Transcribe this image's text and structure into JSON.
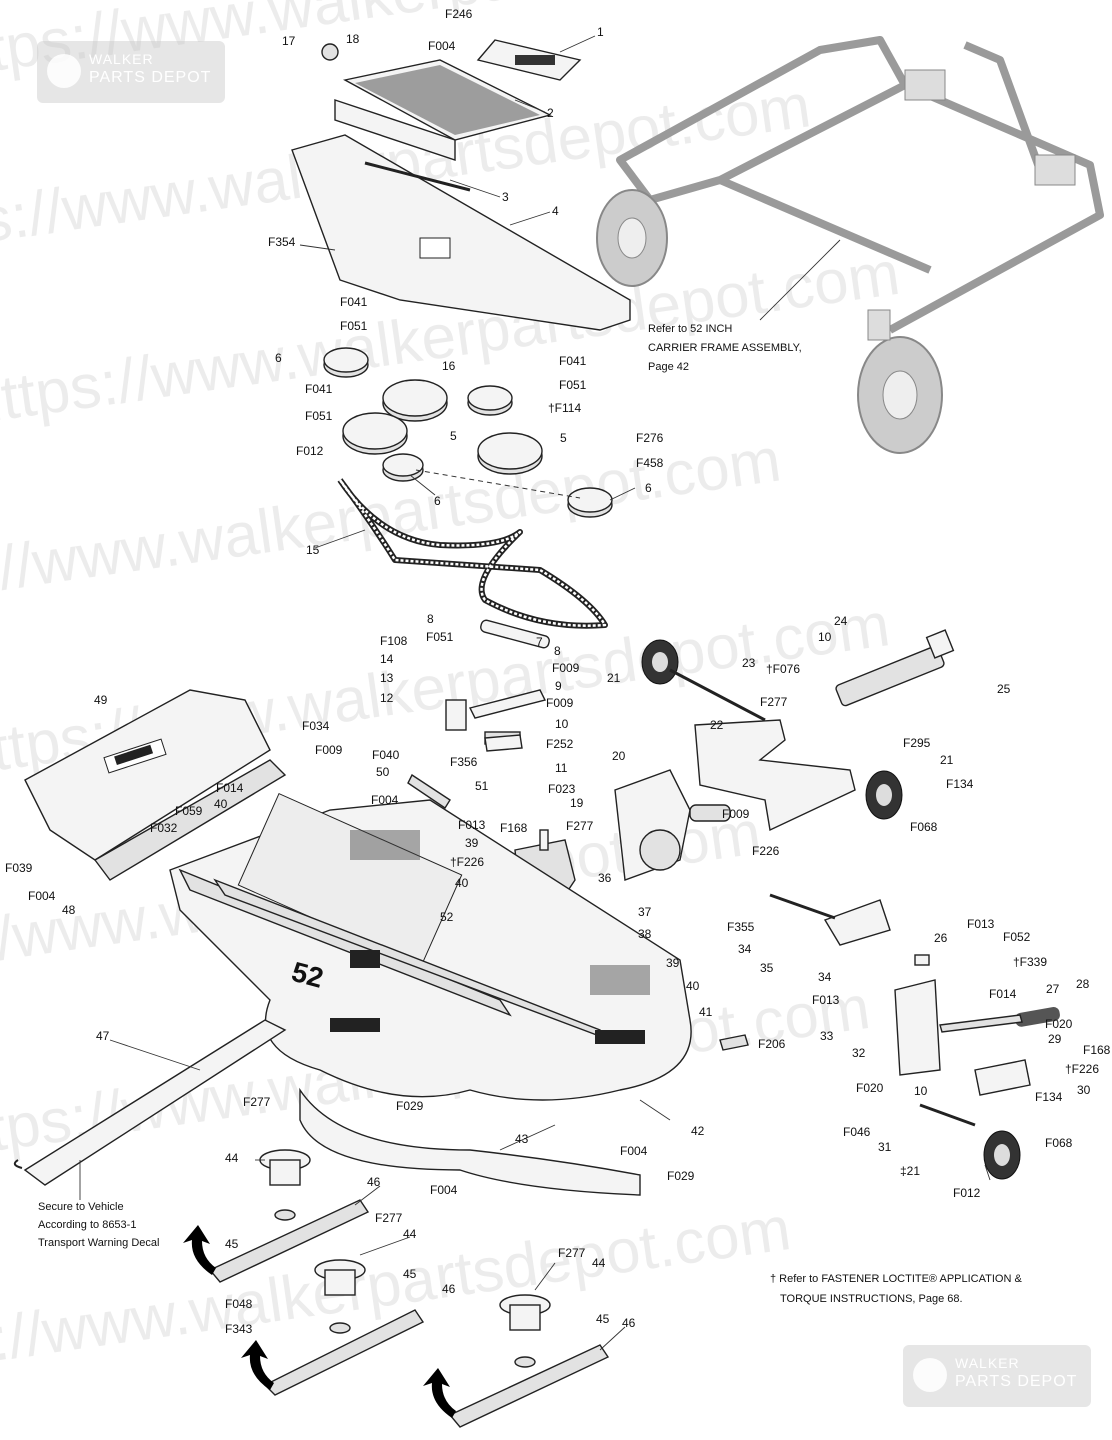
{
  "watermark": {
    "brand_line1": "WALKER",
    "brand_line2": "PARTS DEPOT",
    "url_fragments": [
      "https://www.walkerpartsdepot.com",
      "https://www.walkerpartsdepot.com",
      "https://www.walkerpartsdepot.com",
      "https://www.walkerpartsdepot.com",
      "https://www.walkerpartsdepot.com",
      "https://www.walkerpartsdepot.com",
      "https://www.walkerpartsdepot.com",
      "https://www.walkerpartsdepot.com"
    ]
  },
  "deck_label": "52",
  "notes": {
    "carrier_frame": [
      "Refer to 52 INCH",
      "CARRIER FRAME ASSEMBLY,",
      "Page 42"
    ],
    "secure": [
      "Secure to Vehicle",
      "According to 8653-1",
      "Transport Warning Decal"
    ],
    "loctite": [
      "† Refer to FASTENER LOCTITE® APPLICATION &",
      "TORQUE INSTRUCTIONS, Page 68."
    ]
  },
  "callouts": [
    "F246",
    "1",
    "F004",
    "2",
    "17",
    "18",
    "3",
    "4",
    "F354",
    "F041",
    "F051",
    "6",
    "F041",
    "F051",
    "16",
    "F041",
    "F051",
    "†F114",
    "5",
    "5",
    "F276",
    "F458",
    "F012",
    "6",
    "6",
    "15",
    "8",
    "F051",
    "F108",
    "14",
    "13",
    "12",
    "7",
    "8",
    "F009",
    "9",
    "F009",
    "10",
    "F252",
    "11",
    "F023",
    "21",
    "23",
    "24",
    "10",
    "†F076",
    "F277",
    "25",
    "22",
    "49",
    "F034",
    "F009",
    "F040",
    "50",
    "F356",
    "51",
    "F014",
    "F059",
    "40",
    "F032",
    "F039",
    "F004",
    "48",
    "F004",
    "F013",
    "F168",
    "F277",
    "19",
    "†F226",
    "39",
    "40",
    "20",
    "F295",
    "21",
    "F134",
    "F009",
    "F226",
    "F068",
    "36",
    "37",
    "38",
    "F355",
    "34",
    "35",
    "34",
    "F013",
    "26",
    "F013",
    "F052",
    "†F339",
    "F014",
    "27",
    "28",
    "F020",
    "33",
    "32",
    "29",
    "F168",
    "F020",
    "10",
    "†F226",
    "30",
    "F134",
    "F046",
    "31",
    "‡21",
    "F068",
    "F012",
    "47",
    "52",
    "39",
    "40",
    "41",
    "F206",
    "F029",
    "42",
    "43",
    "F004",
    "F004",
    "F029",
    "F277",
    "44",
    "46",
    "45",
    "F277",
    "44",
    "45",
    "F048",
    "F343",
    "46",
    "F277",
    "44",
    "45",
    "46"
  ]
}
